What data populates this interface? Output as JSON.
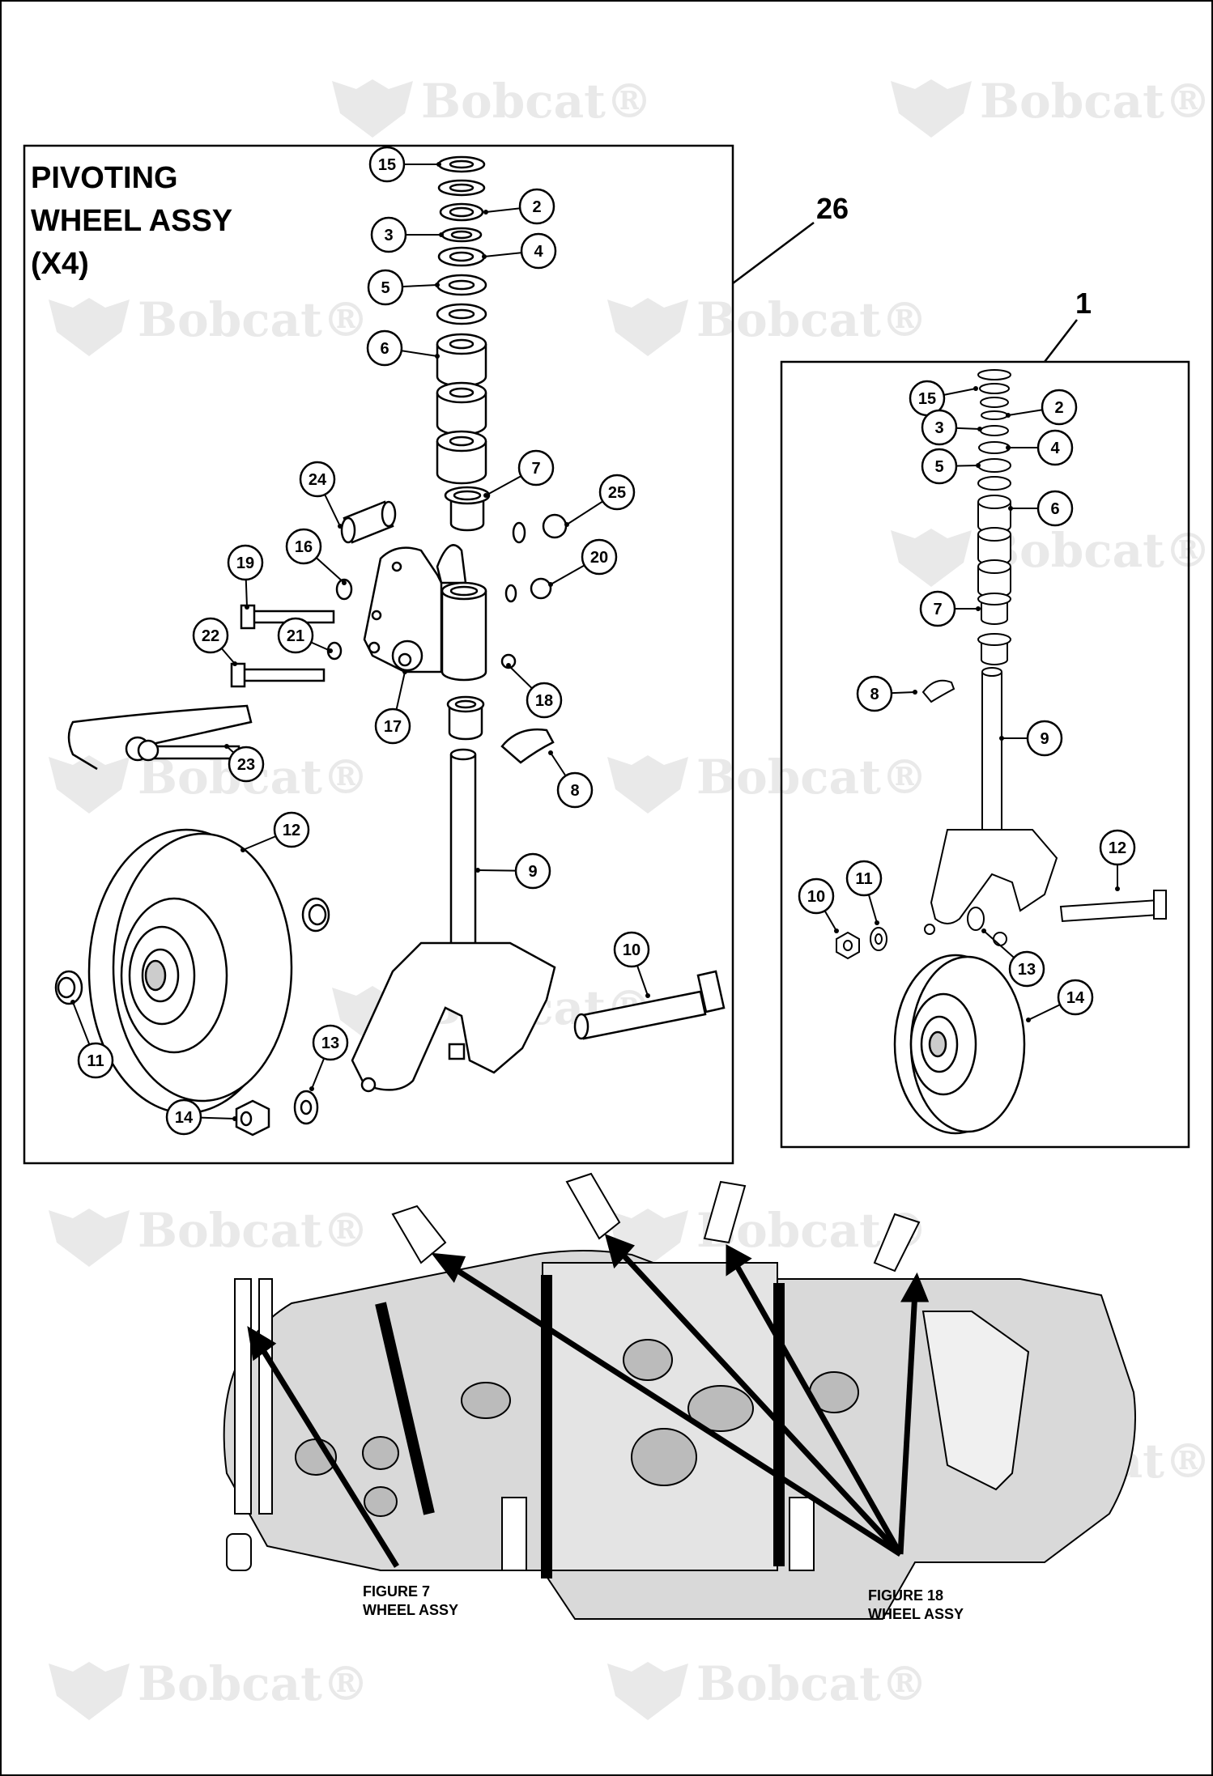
{
  "watermark": {
    "text": "Bobcat",
    "registered_mark": "®"
  },
  "left_assembly": {
    "title_lines": [
      "PIVOTING",
      "WHEEL ASSY",
      "(X4)"
    ],
    "reference_number": "26",
    "callouts": [
      "15",
      "2",
      "3",
      "4",
      "5",
      "6",
      "7",
      "24",
      "25",
      "16",
      "20",
      "19",
      "21",
      "22",
      "18",
      "17",
      "23",
      "8",
      "12",
      "9",
      "10",
      "11",
      "13",
      "14"
    ]
  },
  "right_assembly": {
    "reference_number": "1",
    "callouts": [
      "15",
      "2",
      "3",
      "4",
      "5",
      "6",
      "7",
      "8",
      "9",
      "12",
      "10",
      "11",
      "13",
      "14"
    ]
  },
  "bottom_figure": {
    "labels": [
      {
        "line1": "FIGURE 7",
        "line2": "WHEEL ASSY"
      },
      {
        "line1": "FIGURE 18",
        "line2": "WHEEL ASSY"
      }
    ]
  },
  "colors": {
    "line": "#000000",
    "watermark": "#e9e9e9",
    "deck_fill": "#d9d9d9",
    "background": "#ffffff"
  }
}
